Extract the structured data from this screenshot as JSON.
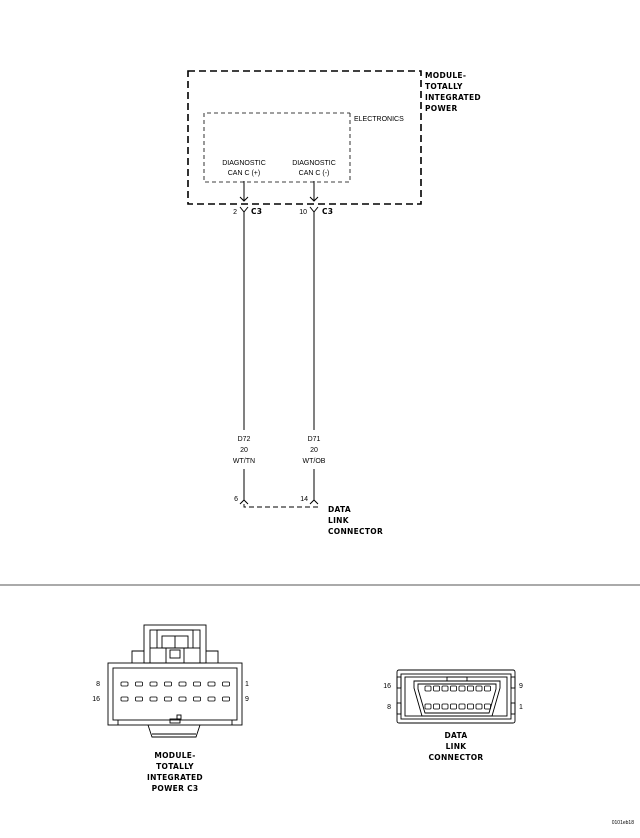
{
  "module": {
    "name_lines": [
      "MODULE-",
      "TOTALLY",
      "INTEGRATED",
      "POWER"
    ],
    "electronics_label": "ELECTRONICS"
  },
  "circuits": [
    {
      "id": "can_plus",
      "signal_lines": [
        "DIAGNOSTIC",
        "CAN C (+)"
      ],
      "module_pin": "2",
      "module_connector": "C3",
      "wire_code": "D72",
      "gauge": "20",
      "color": "WT/TN",
      "dlc_pin": "6"
    },
    {
      "id": "can_minus",
      "signal_lines": [
        "DIAGNOSTIC",
        "CAN C (-)"
      ],
      "module_pin": "10",
      "module_connector": "C3",
      "wire_code": "D71",
      "gauge": "20",
      "color": "WT/OB",
      "dlc_pin": "14"
    }
  ],
  "dlc": {
    "name_lines": [
      "DATA",
      "LINK",
      "CONNECTOR"
    ]
  },
  "connector_views": {
    "tipm_c3": {
      "caption_lines": [
        "MODULE-",
        "TOTALLY",
        "INTEGRATED",
        "POWER C3"
      ],
      "pin_top_left": "8",
      "pin_top_right": "1",
      "pin_bottom_left": "16",
      "pin_bottom_right": "9"
    },
    "dlc": {
      "caption_lines": [
        "DATA",
        "LINK",
        "CONNECTOR"
      ],
      "pin_top_left": "16",
      "pin_top_right": "9",
      "pin_bottom_left": "8",
      "pin_bottom_right": "1"
    }
  },
  "figure_id": "0101eb18"
}
